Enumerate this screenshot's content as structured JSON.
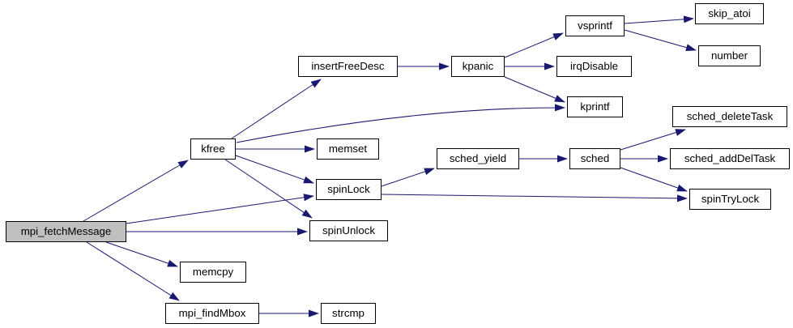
{
  "diagram": {
    "type": "call-graph",
    "root": "mpi_fetchMessage",
    "colors": {
      "edge": "#191970",
      "node_border": "#000000",
      "node_fill": "#ffffff",
      "root_fill": "#c0c0c0",
      "background": "#ffffff"
    },
    "nodes": [
      {
        "id": "mpi_fetchMessage",
        "label": "mpi_fetchMessage",
        "highlighted": true
      },
      {
        "id": "kfree",
        "label": "kfree",
        "highlighted": false
      },
      {
        "id": "insertFreeDesc",
        "label": "insertFreeDesc",
        "highlighted": false
      },
      {
        "id": "memset",
        "label": "memset",
        "highlighted": false
      },
      {
        "id": "spinLock",
        "label": "spinLock",
        "highlighted": false
      },
      {
        "id": "spinUnlock",
        "label": "spinUnlock",
        "highlighted": false
      },
      {
        "id": "memcpy",
        "label": "memcpy",
        "highlighted": false
      },
      {
        "id": "mpi_findMbox",
        "label": "mpi_findMbox",
        "highlighted": false
      },
      {
        "id": "strcmp",
        "label": "strcmp",
        "highlighted": false
      },
      {
        "id": "kpanic",
        "label": "kpanic",
        "highlighted": false
      },
      {
        "id": "sched_yield",
        "label": "sched_yield",
        "highlighted": false
      },
      {
        "id": "vsprintf",
        "label": "vsprintf",
        "highlighted": false
      },
      {
        "id": "irqDisable",
        "label": "irqDisable",
        "highlighted": false
      },
      {
        "id": "kprintf",
        "label": "kprintf",
        "highlighted": false
      },
      {
        "id": "sched",
        "label": "sched",
        "highlighted": false
      },
      {
        "id": "skip_atoi",
        "label": "skip_atoi",
        "highlighted": false
      },
      {
        "id": "number",
        "label": "number",
        "highlighted": false
      },
      {
        "id": "sched_deleteTask",
        "label": "sched_deleteTask",
        "highlighted": false
      },
      {
        "id": "sched_addDelTask",
        "label": "sched_addDelTask",
        "highlighted": false
      },
      {
        "id": "spinTryLock",
        "label": "spinTryLock",
        "highlighted": false
      }
    ],
    "edges": [
      {
        "from": "mpi_fetchMessage",
        "to": "kfree"
      },
      {
        "from": "mpi_fetchMessage",
        "to": "spinLock"
      },
      {
        "from": "mpi_fetchMessage",
        "to": "spinUnlock"
      },
      {
        "from": "mpi_fetchMessage",
        "to": "memcpy"
      },
      {
        "from": "mpi_fetchMessage",
        "to": "mpi_findMbox"
      },
      {
        "from": "kfree",
        "to": "insertFreeDesc"
      },
      {
        "from": "kfree",
        "to": "kprintf"
      },
      {
        "from": "kfree",
        "to": "memset"
      },
      {
        "from": "kfree",
        "to": "spinLock"
      },
      {
        "from": "kfree",
        "to": "spinUnlock"
      },
      {
        "from": "insertFreeDesc",
        "to": "kpanic"
      },
      {
        "from": "kpanic",
        "to": "vsprintf"
      },
      {
        "from": "kpanic",
        "to": "irqDisable"
      },
      {
        "from": "kpanic",
        "to": "kprintf"
      },
      {
        "from": "vsprintf",
        "to": "skip_atoi"
      },
      {
        "from": "vsprintf",
        "to": "number"
      },
      {
        "from": "spinLock",
        "to": "sched_yield"
      },
      {
        "from": "spinLock",
        "to": "spinTryLock"
      },
      {
        "from": "sched_yield",
        "to": "sched"
      },
      {
        "from": "sched",
        "to": "sched_deleteTask"
      },
      {
        "from": "sched",
        "to": "sched_addDelTask"
      },
      {
        "from": "sched",
        "to": "spinTryLock"
      },
      {
        "from": "mpi_findMbox",
        "to": "strcmp"
      }
    ]
  }
}
